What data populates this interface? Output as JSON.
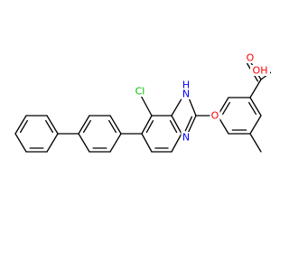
{
  "colors": {
    "background": "#ffffff",
    "bond": "#000000",
    "carbon": "#000000",
    "nitrogen": "#0000ff",
    "oxygen": "#ff0000",
    "chlorine": "#00c000"
  },
  "labels": {
    "chlorine": "Cl",
    "imidazole_nh": "H\nN",
    "imidazole_n": "N",
    "ether_oxygen": "O",
    "carboxyl_oxygen": "O",
    "hydroxyl": "OH"
  }
}
